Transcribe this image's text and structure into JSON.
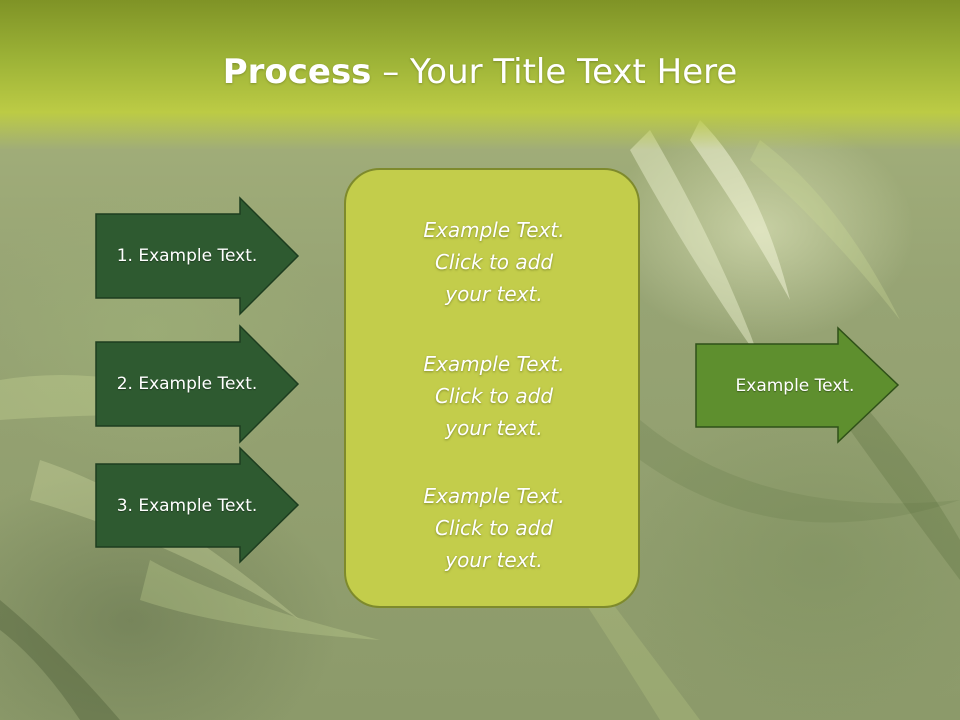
{
  "slide": {
    "title_bold": "Process",
    "title_rest": " – Your Title Text Here"
  },
  "steps": [
    {
      "label": "1. Example Text."
    },
    {
      "label": "2. Example Text."
    },
    {
      "label": "3. Example Text."
    }
  ],
  "center_box": {
    "lines": [
      "Example Text.",
      "Click  to add",
      "your text.",
      "Example Text.",
      "Click  to add",
      "your text.",
      "Example Text.",
      "Click  to add",
      "your text."
    ]
  },
  "output": {
    "label": "Example Text."
  },
  "colors": {
    "header": "#9db337",
    "step_arrow_fill": "#2e5a30",
    "output_arrow_fill": "#5e8f2e",
    "center_box_fill": "#c3cd4b"
  }
}
